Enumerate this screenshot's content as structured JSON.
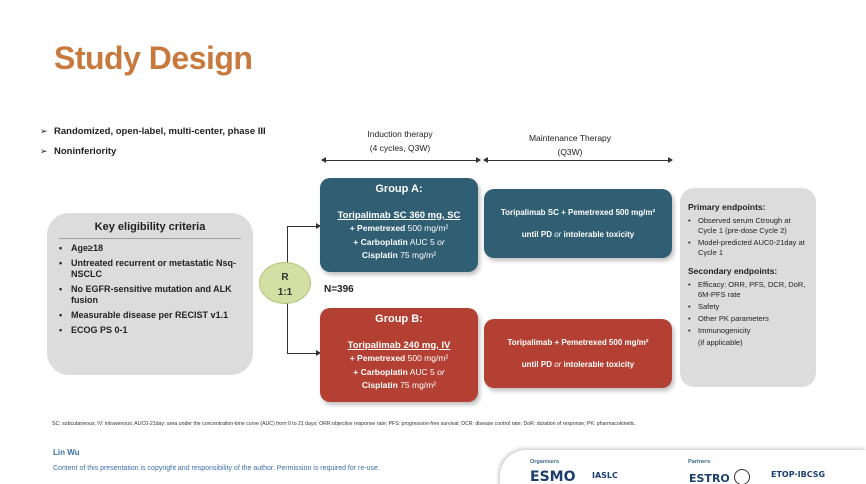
{
  "title": "Study Design",
  "bullets": [
    "Randomized, open-label, multi-center, phase III",
    "Noninferiority"
  ],
  "bullet_icon": "arrow-right-icon",
  "phases": {
    "induction": {
      "label": "Induction therapy",
      "sub": "(4 cycles, Q3W)"
    },
    "maintenance": {
      "label": "Maintenance Therapy",
      "sub": "(Q3W)"
    }
  },
  "eligibility": {
    "title": "Key eligibility criteria",
    "items": [
      "Age≥18",
      "Untreated recurrent or metastatic Nsq-NSCLC",
      "No EGFR-sensitive mutation and ALK fusion",
      "Measurable disease per RECIST v1.1",
      "ECOG PS  0-1"
    ]
  },
  "randomization": {
    "label": "R",
    "ratio": "1:1"
  },
  "n_label": "N=396",
  "group_a": {
    "title": "Group A:",
    "drug": "Toripalimab SC 360 mg, SC",
    "line1_drug": "+ Pemetrexed",
    "line1_dose": " 500 mg/m²",
    "line2_drug": "+ Carboplatin",
    "line2_dose": " AUC 5 ",
    "line2_or": "or",
    "line3_drug": "Cisplatin",
    "line3_dose": " 75 mg/m²",
    "maint_line1": "Toripalimab SC + Pemetrexed 500 mg/m²",
    "maint_line2_a": "until PD ",
    "maint_line2_or": "or",
    "maint_line2_b": " intolerable toxicity"
  },
  "group_b": {
    "title": "Group B:",
    "drug": "Toripalimab 240 mg, IV",
    "line1_drug": "+ Pemetrexed",
    "line1_dose": " 500 mg/m²",
    "line2_drug": "+ Carboplatin",
    "line2_dose": " AUC 5 ",
    "line2_or": "or",
    "line3_drug": "Cisplatin",
    "line3_dose": " 75 mg/m²",
    "maint_line1": "Toripalimab + Pemetrexed 500 mg/m²",
    "maint_line2_a": "until PD ",
    "maint_line2_or": "or",
    "maint_line2_b": " intolerable toxicity"
  },
  "endpoints": {
    "primary_title": "Primary endpoints:",
    "primary": [
      "Observed serum Ctrough at Cycle 1 (pre-dose Cycle 2)",
      "Model-predicted AUC0-21day at Cycle 1"
    ],
    "secondary_title": "Secondary endpoints:",
    "secondary": [
      "Efficacy: ORR, PFS, DCR, DoR, 6M-PFS rate",
      "Safety",
      "Other PK parameters",
      "Immunogenicity"
    ],
    "secondary_note": "(if applicable)"
  },
  "footnote": "SC: subcutaneous; IV: intravenous; AUC0-21day: area under the concentration-time curve (AUC) from 0 to 21 days; ORR:objective response rate; PFS: progression-free survival; DCR: disease control rate; DoR: duration of response; PK: pharmacokinetic.",
  "author": "Lin Wu",
  "copyright": "Content of this presentation is copyright and responsibility of the author. Permission is required for re-use.",
  "logos": {
    "organisers_label": "Organisers",
    "partners_label": "Partners",
    "esmo": "ESMO",
    "iaslc": "IASLC",
    "estro": "ESTRO",
    "etop": "ETOP·IBCSG"
  },
  "colors": {
    "title": "#c8793e",
    "group_a": "#305e73",
    "group_b": "#b34033",
    "randomization": "#d4dfa3",
    "grey_box": "#dcdcdc",
    "link": "#3d6ea8"
  }
}
